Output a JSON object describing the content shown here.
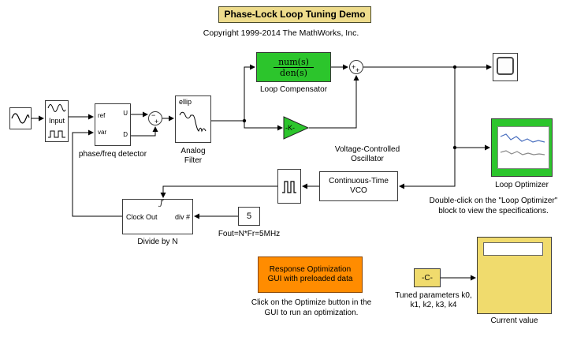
{
  "header": {
    "title": "Phase-Lock Loop Tuning Demo",
    "copyright": "Copyright 1999-2014 The MathWorks, Inc."
  },
  "colors": {
    "annotation_yellow": "#eedc8c",
    "block_green": "#2cc52c",
    "block_orange": "#ff8c00",
    "block_yellow": "#f0db6d",
    "wire_black": "#000000",
    "plot_blue": "#4a6fbf",
    "plot_gray": "#888888"
  },
  "blocks": {
    "input_scope": {
      "label": "Input"
    },
    "phase_detector": {
      "name": "phase/freq detector",
      "ports": {
        "in_top": "ref",
        "in_bottom": "var",
        "out_top": "U",
        "out_bottom": "D"
      }
    },
    "sum1": {
      "sign_top": "−",
      "sign_bottom": "+"
    },
    "analog_filter": {
      "name": "Analog Filter",
      "icon_text": "ellip"
    },
    "loop_compensator": {
      "name": "Loop Compensator",
      "numerator": "num(s)",
      "denominator": "den(s)"
    },
    "sum2": {
      "sign_left": "+",
      "sign_bottom": "+"
    },
    "gain": {
      "value": "-K-"
    },
    "vco": {
      "annotation": "Voltage-Controlled Oscillator",
      "text": "Continuous-Time VCO"
    },
    "divide_by_n": {
      "name": "Divide by N",
      "left_port": "Clock Out",
      "right_port": "div #",
      "trigger": "ƒ"
    },
    "constant_n": {
      "value": "5",
      "caption": "Fout=N*Fr=5MHz"
    },
    "loop_optimizer": {
      "name": "Loop Optimizer"
    },
    "response_gui": {
      "text": "Response Optimization GUI with preloaded data"
    },
    "tuned_params": {
      "value": "-C-",
      "caption": "Tuned parameters k0, k1, k2, k3, k4"
    },
    "current_value": {
      "name": "Current value"
    }
  },
  "notes": {
    "optimizer": "Double-click on the \"Loop Optimizer\" block to view the specifications.",
    "gui": "Click on the Optimize button in the GUI to run an optimization."
  }
}
